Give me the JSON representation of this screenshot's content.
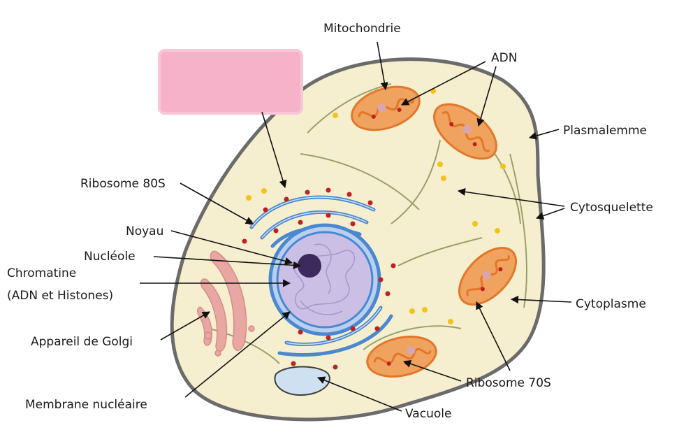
{
  "labels": {
    "mitochondrie": "Mitochondrie",
    "adn": "ADN",
    "plasmalemme": "Plasmalemme",
    "cytosquelette": "Cytosquelette",
    "cytoplasme": "Cytoplasme",
    "ribosome70s": "Ribosome 70S",
    "vacuole": "Vacuole",
    "membrane_nucleaire": "Membrane nucléaire",
    "appareil_golgi": "Appareil de Golgi",
    "chromatine_line1": "Chromatine",
    "chromatine_line2": "(ADN et Histones)",
    "nucleole": "Nucléole",
    "noyau": "Noyau",
    "ribosome80s": "Ribosome 80S"
  },
  "colors": {
    "cell_fill": "#f6efcf",
    "cell_border": "#6b6b6b",
    "nucleus_fill": "#cbbfe6",
    "nuclear_membrane": "#4a88d0",
    "mito_outer": "#f0a25f",
    "mito_inner": "#e2772a",
    "ribosome": "#c0201f",
    "granule": "#f2c31b",
    "golgi": "#e8a7a2",
    "vacuole": "#cfe0f1",
    "cytoskeleton": "#9aa06a",
    "redaction": "#f6b2c8"
  }
}
